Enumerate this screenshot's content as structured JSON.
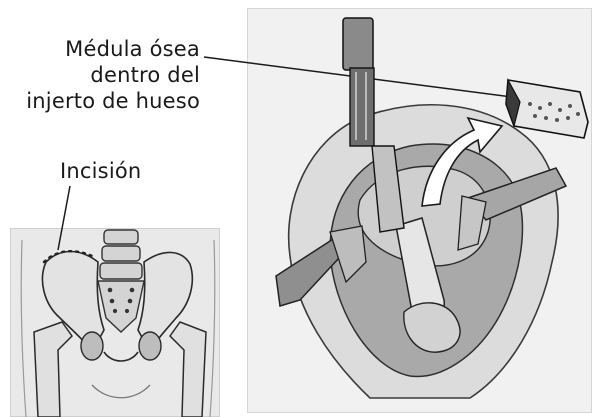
{
  "labels": {
    "marrow_line1": "Médula ósea",
    "marrow_line2": "dentro del",
    "marrow_line3": "injerto de hueso",
    "incision": "Incisión"
  }
}
